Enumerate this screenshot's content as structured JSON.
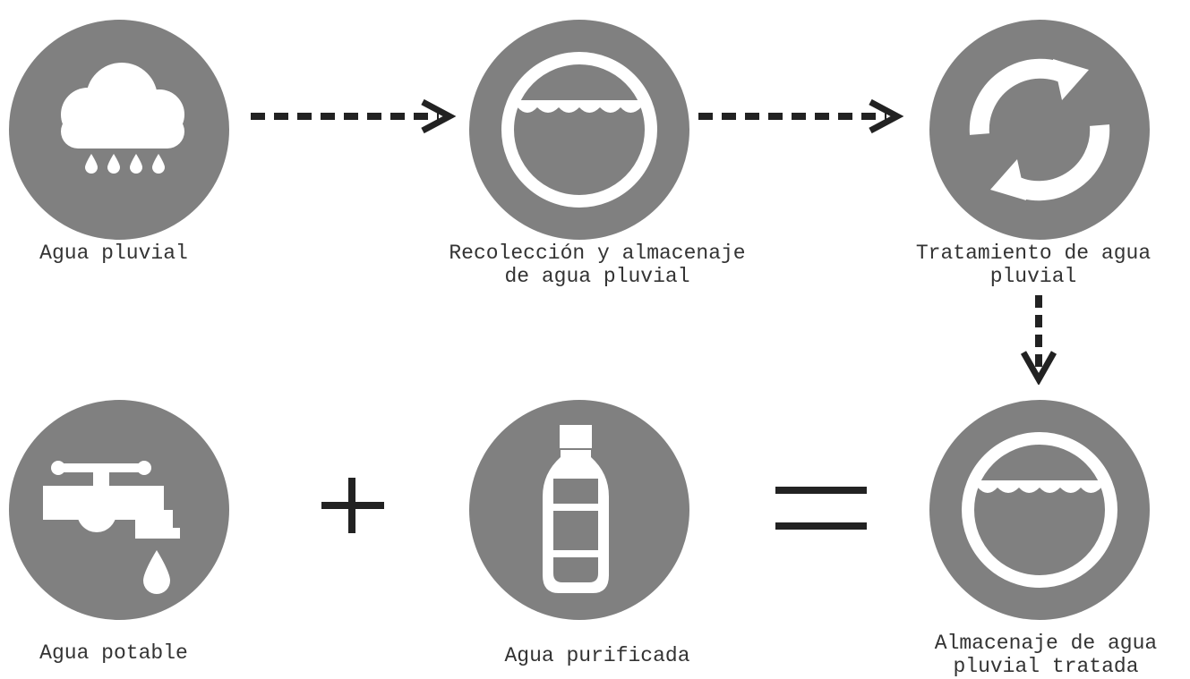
{
  "nodes": {
    "rain": {
      "label": "Agua pluvial",
      "icon": "rain-cloud-icon"
    },
    "collection": {
      "label": "Recolección y almacenaje\nde agua pluvial",
      "icon": "water-tank-icon"
    },
    "treatment": {
      "label": "Tratamiento de agua\npluvial",
      "icon": "recycle-arrows-icon"
    },
    "tap": {
      "label": "Agua potable",
      "icon": "water-tap-icon"
    },
    "purified": {
      "label": "Agua purificada",
      "icon": "water-bottle-icon"
    },
    "treated_storage": {
      "label": "Almacenaje de agua\npluvial tratada",
      "icon": "water-tank-icon"
    }
  },
  "operators": {
    "plus": "plus-sign",
    "equals": "equals-sign"
  },
  "colors": {
    "circle": "#808080",
    "glyph": "#ffffff",
    "arrow": "#222222"
  }
}
